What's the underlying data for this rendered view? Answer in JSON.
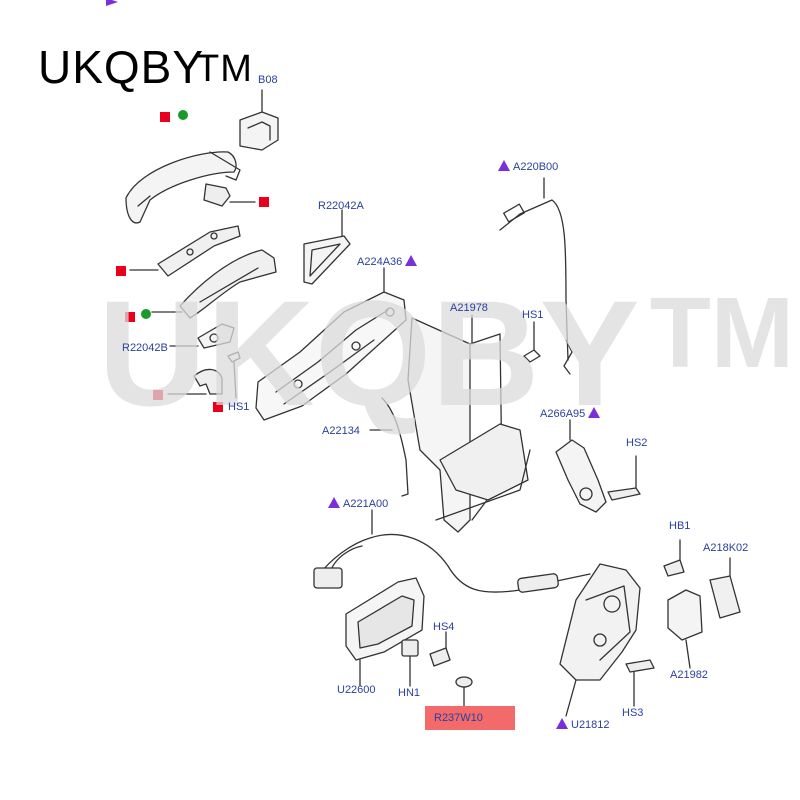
{
  "brand": {
    "name": "UKQBY",
    "mark": "TM"
  },
  "watermark": {
    "name": "UKQBY",
    "mark": "TM"
  },
  "colors": {
    "label": "#2a3f9f",
    "triangle_marker": "#7b2fd8",
    "square_marker": "#e8001c",
    "circle_marker": "#1a9a2a",
    "highlight": "#f26a6a",
    "watermark": "#dcdcdc",
    "line_art": "#333333"
  },
  "parts": {
    "b08": "B08",
    "r22042a": "R22042A",
    "a224a36": "A224A36",
    "a220b00": "A220B00",
    "a21978": "A21978",
    "hs1_upper": "HS1",
    "r22042b": "R22042B",
    "hs1_lower": "HS1",
    "a22134": "A22134",
    "a266a95": "A266A95",
    "hs2": "HS2",
    "a221a00": "A221A00",
    "hb1": "HB1",
    "a218k02": "A218K02",
    "hs4": "HS4",
    "u22600": "U22600",
    "hn1": "HN1",
    "a21982": "A21982",
    "hs3": "HS3",
    "u21812": "U21812",
    "r237w10": "R237W10"
  }
}
